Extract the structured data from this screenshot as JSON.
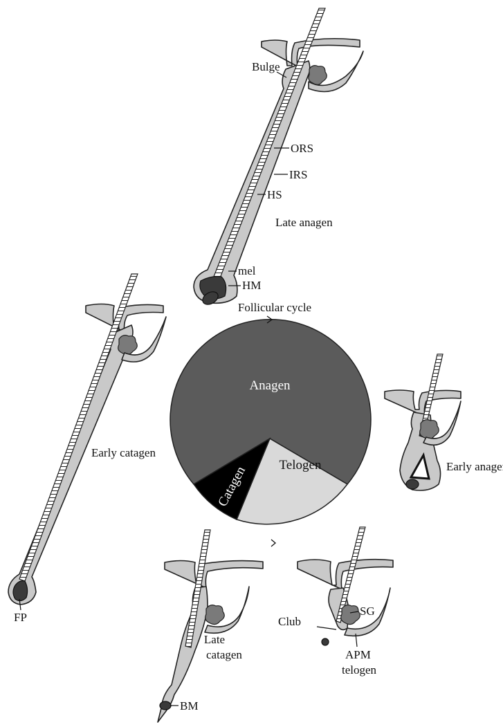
{
  "pie": {
    "title": "Follicular cycle",
    "slices": [
      {
        "label": "Anagen",
        "color": "#5b5b5b",
        "text_color": "#ffffff"
      },
      {
        "label": "Telogen",
        "color": "#d9d9d9",
        "text_color": "#111111"
      },
      {
        "label": "Catagen",
        "color": "#000000",
        "text_color": "#ffffff"
      }
    ]
  },
  "stages": {
    "late_anagen": "Late anagen",
    "early_catagen": "Early catagen",
    "early_anagen": "Early anagen",
    "late_catagen": "Late\ncatagen",
    "telogen": "telogen"
  },
  "structures": {
    "bulge": "Bulge",
    "ors": "ORS",
    "irs": "IRS",
    "hs": "HS",
    "mel": "mel",
    "hm": "HM",
    "fp": "FP",
    "bm": "BM",
    "club": "Club",
    "sg": "SG",
    "apm": "APM"
  }
}
